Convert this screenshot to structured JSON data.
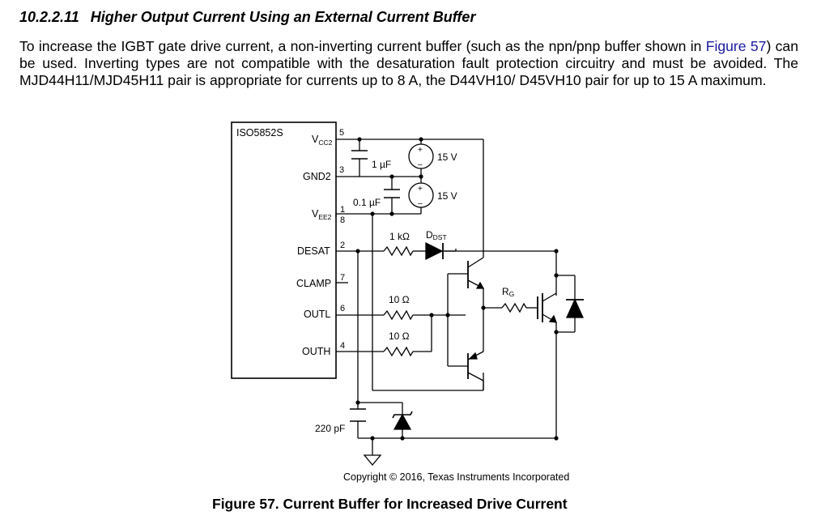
{
  "section": {
    "number": "10.2.2.11",
    "title": "Higher Output Current Using an External Current Buffer"
  },
  "paragraph": {
    "part1": "To increase the IGBT gate drive current, a non-inverting current buffer (such as the npn/pnp buffer shown in ",
    "link": "Figure 57",
    "part2": ") can be used. Inverting types are not compatible with the desaturation fault protection circuitry and must be avoided. The MJD44H11/MJD45H11 pair is appropriate for currents up to 8 A, the D44VH10/ D45VH10 pair for up to 15 A maximum."
  },
  "schematic": {
    "ic_name": "ISO5852S",
    "pins": {
      "vcc2": {
        "label": "V",
        "sub": "CC2",
        "number": "5"
      },
      "gnd2": {
        "label": "GND2",
        "number": "3"
      },
      "vee2": {
        "label": "V",
        "sub": "EE2",
        "number_a": "1",
        "number_b": "8"
      },
      "desat": {
        "label": "DESAT",
        "number": "2"
      },
      "clamp": {
        "label": "CLAMP",
        "number": "7"
      },
      "outl": {
        "label": "OUTL",
        "number": "6"
      },
      "outh": {
        "label": "OUTH",
        "number": "4"
      }
    },
    "components": {
      "c_1uf": "1 µF",
      "c_01uf": "0.1 µF",
      "supply_top": "15 V",
      "supply_bottom": "15 V",
      "r_desat": "1 kΩ",
      "d_dst": {
        "label": "D",
        "sub": "DST"
      },
      "r_outl": "10 Ω",
      "r_outh": "10 Ω",
      "r_g": {
        "label": "R",
        "sub": "G"
      },
      "c_blank": "220 pF"
    },
    "plus_sign": "+",
    "minus_sign": "–"
  },
  "copyright": "Copyright © 2016, Texas Instruments Incorporated",
  "caption": "Figure 57.  Current Buffer for Increased Drive Current"
}
